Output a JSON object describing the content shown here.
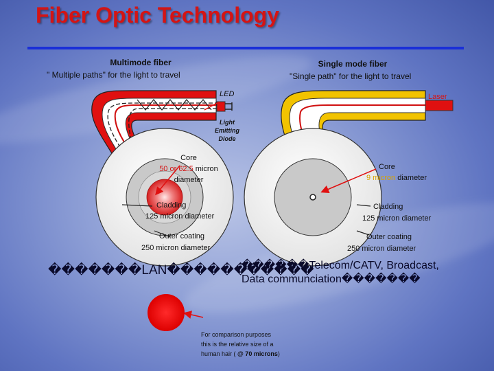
{
  "title": "Fiber Optic Technology",
  "multimode": {
    "heading": "Multimode fiber",
    "subtitle": "\" Multiple paths\" for the light to travel",
    "source": "LED",
    "source_note": [
      "Light",
      "Emitting",
      "Diode"
    ],
    "core_label": "Core",
    "core_size": "50 or 62.5",
    "core_unit": " micron",
    "core_diameter": "diameter",
    "cladding_label": "Cladding",
    "cladding_size": "125 micron diameter",
    "coating_label": "Outer coating",
    "coating_size": "250 micron diameter",
    "usage_prefix": "�������",
    "usage_main": "LAN",
    "usage_suffix": "�����������"
  },
  "singlemode": {
    "heading": "Single mode fiber",
    "subtitle": "\"Single path\" for the light to travel",
    "source": "Laser",
    "core_label": "Core",
    "core_size": "9 micron",
    "core_diameter": " diameter",
    "cladding_label": "Cladding",
    "cladding_size": "125 micron diameter",
    "coating_label": "Outer coating",
    "coating_size": "250 micron diameter",
    "usage_prefix": "������",
    "usage_main": "Telecom/CATV, Broadcast,",
    "usage_line2": "Data communciation",
    "usage_suffix": "�������"
  },
  "hair": {
    "note_line1": "For  comparison   purposes",
    "note_line2": "this is the relative size of  a",
    "note_prefix": "human hair ( ",
    "note_value": "@ 70 microns",
    "note_end": ")"
  },
  "colors": {
    "title": "#d41414",
    "multimode_fiber": "#e01010",
    "singlemode_fiber": "#f2c300",
    "hair": "#ee0000"
  }
}
